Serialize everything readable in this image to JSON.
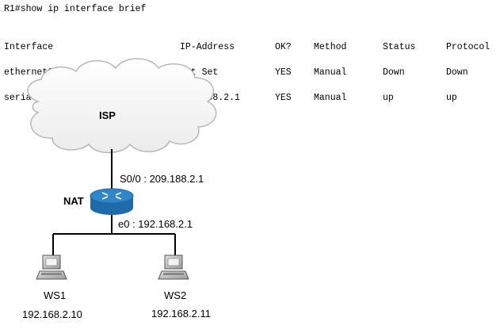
{
  "cli": {
    "prompt": "R1#show ip interface brief",
    "headers": [
      "Interface",
      "IP-Address",
      "OK?",
      "Method",
      "Status",
      "Protocol"
    ],
    "rows": [
      [
        "ethernet0",
        "Not Set",
        "YES",
        "Manual",
        "Down",
        "Down"
      ],
      [
        "serial0/0",
        "209.188.2.1",
        "YES",
        "Manual",
        "up",
        "up"
      ]
    ]
  },
  "diagram": {
    "cloud_label": "ISP",
    "router_label": "NAT",
    "serial_iface_label": "S0/0 : 209.188.2.1",
    "ethernet_iface_label": "e0 : 192.168.2.1",
    "ws1_name": "WS1",
    "ws1_ip": "192.168.2.10",
    "ws2_name": "WS2",
    "ws2_ip": "192.168.2.11",
    "router_color": "#2f86c8"
  }
}
